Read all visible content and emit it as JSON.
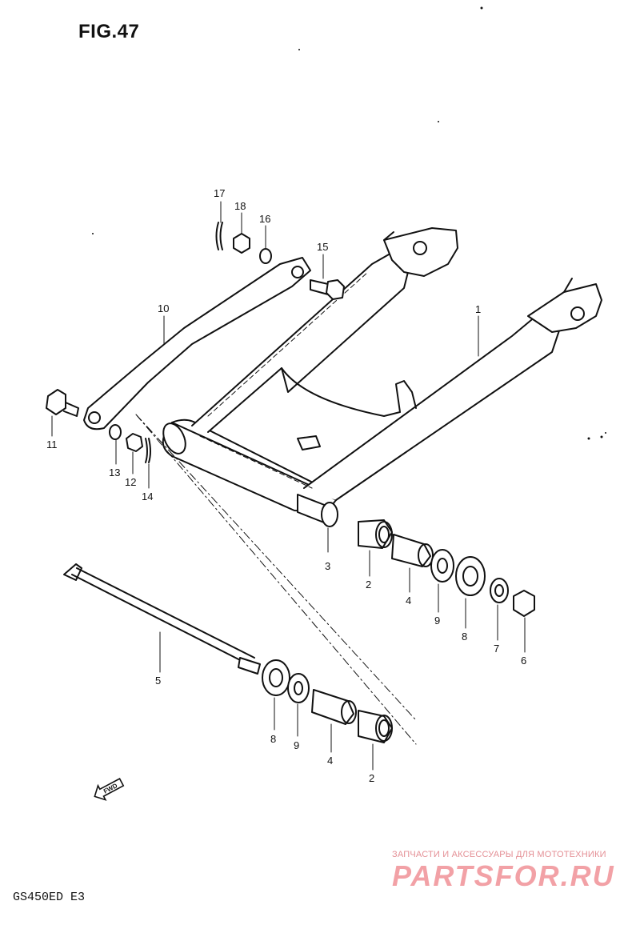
{
  "figure": {
    "title": "FIG.47",
    "model": "GS450ED  E3"
  },
  "parts": [
    {
      "number": "1"
    },
    {
      "number": "2"
    },
    {
      "number": "3"
    },
    {
      "number": "4"
    },
    {
      "number": "5"
    },
    {
      "number": "6"
    },
    {
      "number": "7"
    },
    {
      "number": "8"
    },
    {
      "number": "9"
    },
    {
      "number": "10"
    },
    {
      "number": "11"
    },
    {
      "number": "12"
    },
    {
      "number": "13"
    },
    {
      "number": "14"
    },
    {
      "number": "15"
    },
    {
      "number": "16"
    },
    {
      "number": "17"
    },
    {
      "number": "18"
    }
  ],
  "callouts_lower": {
    "p8": "8",
    "p9": "9",
    "p4": "4",
    "p2": "2"
  },
  "fwd_label": "FWD",
  "watermark": {
    "tagline": "ЗАПЧАСТИ И АКСЕССУАРЫ ДЛЯ МОТОТЕХНИКИ",
    "logo": "PARTSFOR.RU"
  }
}
